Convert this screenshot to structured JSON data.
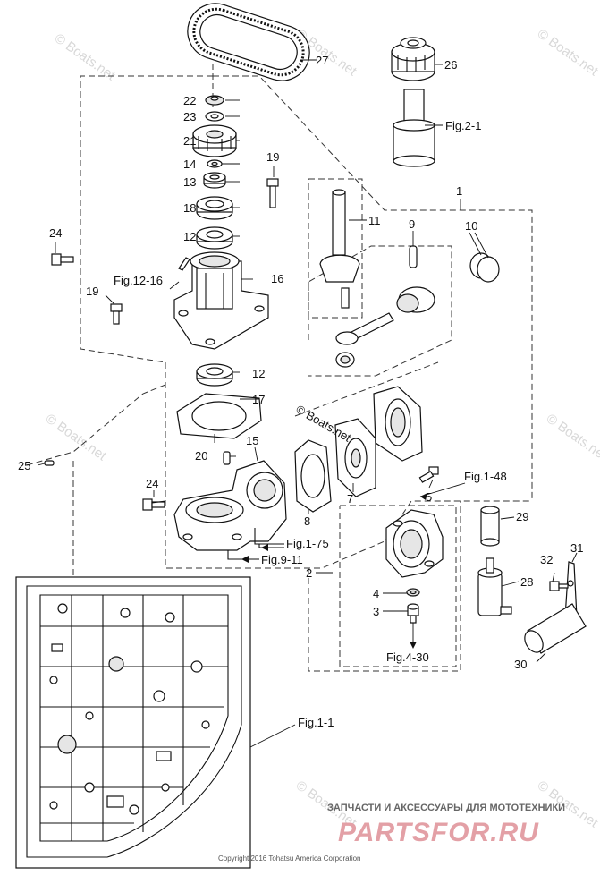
{
  "diagram": {
    "callouts": {
      "c1": "1",
      "c2": "2",
      "c3": "3",
      "c4": "4",
      "c5": "5",
      "c7": "7",
      "c8": "8",
      "c9": "9",
      "c10": "10",
      "c11": "11",
      "c12a": "12",
      "c12b": "12",
      "c13": "13",
      "c14": "14",
      "c15": "15",
      "c16": "16",
      "c17": "17",
      "c18": "18",
      "c19a": "19",
      "c19b": "19",
      "c20": "20",
      "c21": "21",
      "c22": "22",
      "c23": "23",
      "c24a": "24",
      "c24b": "24",
      "c25": "25",
      "c26": "26",
      "c27": "27",
      "c28": "28",
      "c29": "29",
      "c30": "30",
      "c31": "31",
      "c32": "32"
    },
    "figure_refs": {
      "fig2_1": "Fig.2-1",
      "fig12_16": "Fig.12-16",
      "fig1_48": "Fig.1-48",
      "fig1_75": "Fig.1-75",
      "fig9_11": "Fig.9-11",
      "fig4_30": "Fig.4-30",
      "fig1_1": "Fig.1-1"
    },
    "watermarks": [
      "© Boats.net"
    ],
    "center_watermark": "© Boats.net",
    "copyright": "Copyright 2016 Tohatsu America Corporation",
    "brand_tagline": "ЗАПЧАСТИ И АКСЕССУАРЫ ДЛЯ МОТОТЕХНИКИ",
    "brand_logo": "PARTSFOR.RU"
  }
}
